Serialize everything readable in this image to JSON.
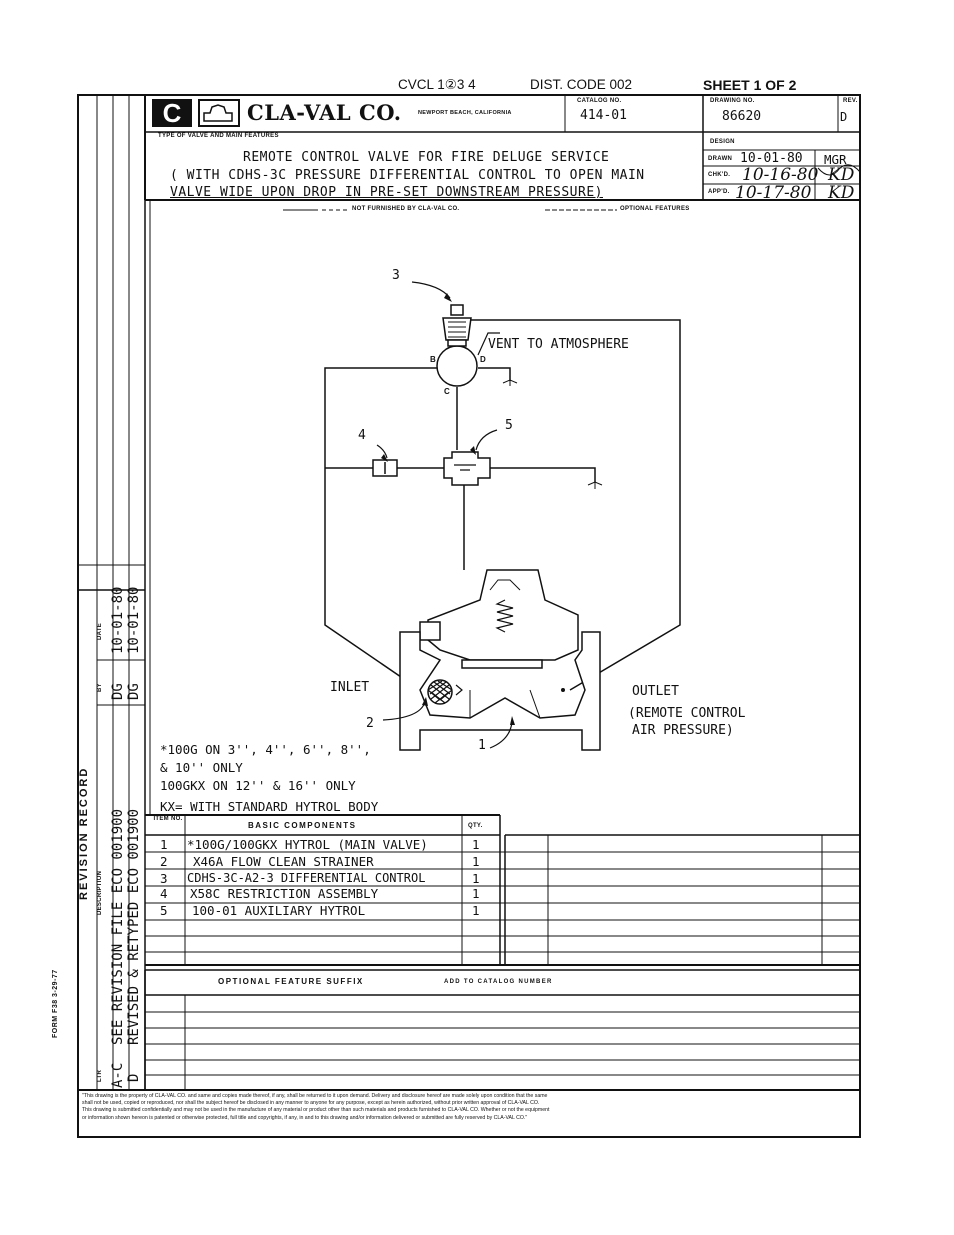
{
  "top": {
    "cvcl": "CVCL 1②3 4",
    "dist_code": "DIST. CODE 002",
    "sheet": "SHEET 1 OF 2"
  },
  "company": {
    "name": "CLA-VAL CO.",
    "location": "NEWPORT BEACH, CALIFORNIA",
    "logo_letter": "C"
  },
  "catalog": {
    "label": "CATALOG NO.",
    "value": "414-01"
  },
  "drawing": {
    "label": "DRAWING NO.",
    "value": "86620"
  },
  "rev": {
    "label": "REV.",
    "value": "D"
  },
  "type_label": "TYPE OF VALVE AND MAIN FEATURES",
  "title": {
    "line1": "REMOTE CONTROL VALVE FOR FIRE DELUGE SERVICE",
    "line2": "( WITH CDHS-3C PRESSURE DIFFERENTIAL CONTROL TO OPEN MAIN",
    "line3": "VALVE WIDE UPON DROP IN PRE-SET DOWNSTREAM PRESSURE)"
  },
  "approvals": {
    "design_label": "DESIGN",
    "drawn_label": "DRAWN",
    "drawn_date": "10-01-80",
    "drawn_by": "MGR",
    "chkd_label": "CHK'D.",
    "chkd_date": "10-16-80",
    "chkd_by": "KD",
    "appd_label": "APP'D.",
    "appd_date": "10-17-80",
    "appd_by": "KD"
  },
  "legend": {
    "not_furnished": "NOT FURNISHED BY CLA-VAL CO.",
    "optional": "OPTIONAL FEATURES"
  },
  "diagram": {
    "callout_1": "1",
    "callout_2": "2",
    "callout_3": "3",
    "callout_4": "4",
    "callout_5": "5",
    "vent": "VENT TO ATMOSPHERE",
    "port_b": "B",
    "port_c": "C",
    "port_d": "D",
    "inlet": "INLET",
    "outlet": "OUTLET",
    "outlet_note1": "(REMOTE CONTROL",
    "outlet_note2": "AIR PRESSURE)"
  },
  "notes": {
    "line1": "*100G ON 3'', 4'', 6'', 8'',",
    "line2": "& 10'' ONLY",
    "line3": "100GKX ON 12'' & 16'' ONLY",
    "line4": "KX= WITH STANDARD HYTROL BODY"
  },
  "components": {
    "header_item": "ITEM NO.",
    "header_basic": "BASIC COMPONENTS",
    "header_qty": "QTY.",
    "rows": [
      {
        "item": "1",
        "desc": "*100G/100GKX HYTROL (MAIN VALVE)",
        "qty": "1"
      },
      {
        "item": "2",
        "desc": "X46A FLOW CLEAN STRAINER",
        "qty": "1"
      },
      {
        "item": "3",
        "desc": "CDHS-3C-A2-3 DIFFERENTIAL CONTROL",
        "qty": "1"
      },
      {
        "item": "4",
        "desc": "X58C RESTRICTION ASSEMBLY",
        "qty": "1"
      },
      {
        "item": "5",
        "desc": "100-01 AUXILIARY HYTROL",
        "qty": "1"
      }
    ]
  },
  "optional_header": {
    "a": "OPTIONAL FEATURE SUFFIX",
    "b": "ADD TO CATALOG NUMBER"
  },
  "revision": {
    "title": "REVISION RECORD",
    "date_label": "DATE",
    "by_label": "BY",
    "desc_label": "DESCRIPTION",
    "ltr_label": "LTR",
    "rows": [
      {
        "ltr": "A-C",
        "desc": "SEE REVISION FILE ECO 001900",
        "by": "DG",
        "date": "10-01-80"
      },
      {
        "ltr": "D",
        "desc": "REVISED & RETYPED ECO 001900",
        "by": "DG",
        "date": "10-01-80"
      }
    ]
  },
  "form_no": "FORM F38 3-29-77",
  "legal": {
    "line1": "\"This drawing is the property of CLA-VAL CO. and same and copies made thereof, if any, shall be returned to it upon demand. Delivery and disclosure hereof are made solely upon condition that the same",
    "line2": "shall not be used, copied or reproduced, nor shall the subject hereof be disclosed in any manner to anyone for any purpose, except as herein authorized, without prior written approval of CLA-VAL CO.",
    "line3": "This drawing is submitted confidentially and may not be used in the manufacture of any material or product other than such materials and products furnished to CLA-VAL CO. Whether or not the equipment",
    "line4": "or information shown hereon is patented or otherwise protected, full title and copyrights, if any, in and to this drawing and/or information delivered or submitted are fully reserved by CLA-VAL CO.\""
  }
}
